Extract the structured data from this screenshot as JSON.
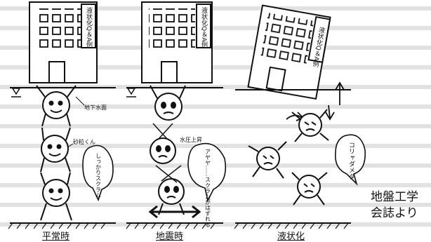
{
  "building_sign": "液状化Q＆A例",
  "labels": {
    "groundwater": "地下水面",
    "sand_grain": "砂粒くん",
    "pore_pressure": "水圧上昇"
  },
  "speech": {
    "normal": "しっかりスクラム",
    "quake": "アヤヤ……スクラムがはずれる",
    "liquefied": "コリャダメダ"
  },
  "captions": {
    "normal": "平常時",
    "quake": "地震時",
    "liquefied": "液状化"
  },
  "credit": [
    "地盤工学",
    "会誌より"
  ],
  "colors": {
    "ink": "#111111",
    "paper": "#ffffff",
    "bg_text": "#d9d9d9"
  }
}
